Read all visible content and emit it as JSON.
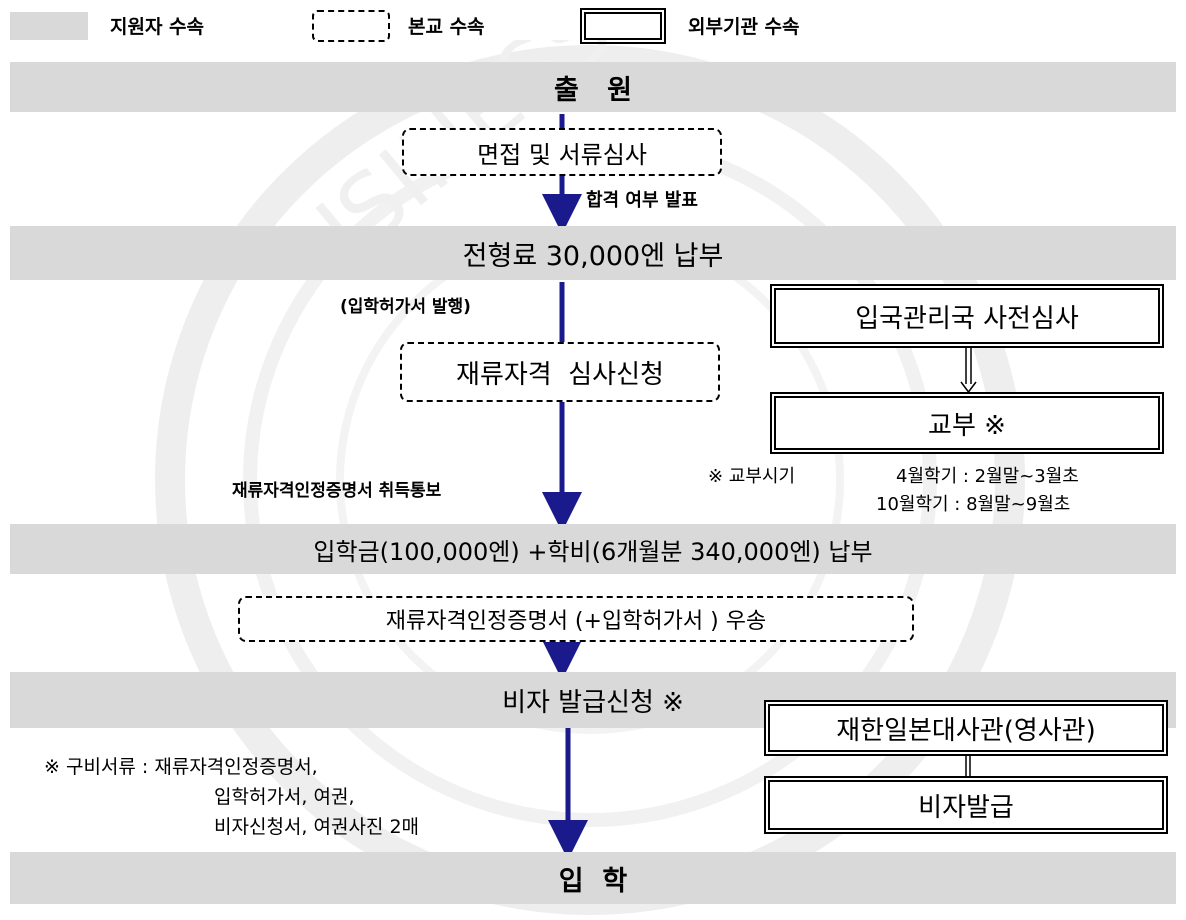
{
  "legend": {
    "applicant": "지원자 수속",
    "school": "본교 수속",
    "external": "외부기관 수속"
  },
  "steps": {
    "apply": "출   원",
    "interview": "면접 및 서류심사",
    "result_announce": "합격 여부 발표",
    "exam_fee": "전형료 30,000엔 납부",
    "admission_permit_issue": "(입학허가서 발행)",
    "status_apply": "재류자격  심사신청",
    "cert_notice": "재류자격인정증명서 취득통보",
    "tuition": "입학금(100,000엔) +학비(6개월분 340,000엔) 납부",
    "mail_cert": "재류자격인정증명서 (+입학허가서 ) 우송",
    "visa_apply": "비자 발급신청 ※",
    "enter": "입  학"
  },
  "external_boxes": {
    "immigration": "입국관리국 사전심사",
    "issue": "교부 ※",
    "embassy": "재한일본대사관(영사관)",
    "visa_issue": "비자발급"
  },
  "notes": {
    "issue_label": "※ 교부시기",
    "issue_april": "4월학기 : 2월말~3월초",
    "issue_october": "10월학기 : 8월말~9월초",
    "docs_line1": "※ 구비서류 : 재류자격인정증명서,",
    "docs_line2": "입학허가서, 여권,",
    "docs_line3": "비자신청서, 여권사진 2매"
  },
  "colors": {
    "applicant_band": "#d9d9d9",
    "flow_arrow": "#1a1a8c"
  }
}
